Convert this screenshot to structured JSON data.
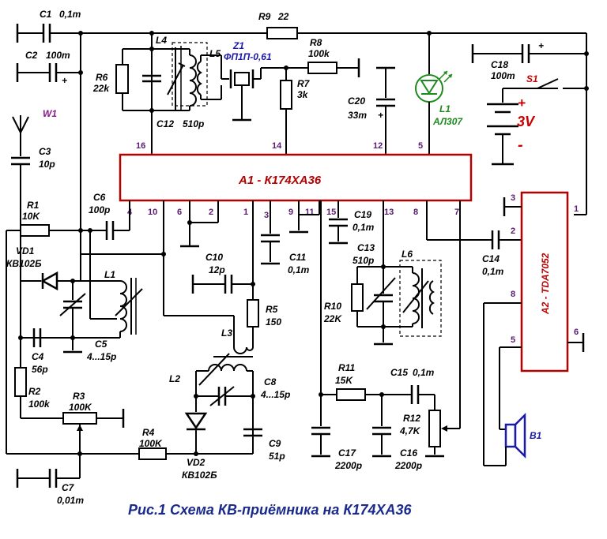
{
  "title": "Рис.1 Схема КВ-приёмника на К174ХА36",
  "chips": {
    "a1": {
      "label": "A1 - К174ХА36",
      "pins": [
        "16",
        "14",
        "12",
        "5",
        "4",
        "10",
        "6",
        "2",
        "1",
        "3",
        "9",
        "11",
        "15",
        "13",
        "8",
        "7"
      ]
    },
    "a2": {
      "label": "A2 - TDA7052",
      "pins": [
        "3",
        "2",
        "1",
        "8",
        "5",
        "6"
      ]
    }
  },
  "components": {
    "c1": {
      "ref": "C1",
      "value": "0,1m"
    },
    "c2": {
      "ref": "C2",
      "value": "100m"
    },
    "r9": {
      "ref": "R9",
      "value": "22"
    },
    "l4": {
      "ref": "L4"
    },
    "l5": {
      "ref": "L5"
    },
    "z1": {
      "ref": "Z1",
      "value": "ФП1П-0,61"
    },
    "r8": {
      "ref": "R8",
      "value": "100k"
    },
    "r6": {
      "ref": "R6",
      "value": "22k"
    },
    "r7": {
      "ref": "R7",
      "value": "3k"
    },
    "c12": {
      "ref": "C12",
      "value": "510p"
    },
    "c20": {
      "ref": "C20",
      "value": "33m"
    },
    "l1led": {
      "ref": "L1",
      "value": "АЛ307"
    },
    "c18": {
      "ref": "C18",
      "value": "100m"
    },
    "s1": {
      "ref": "S1"
    },
    "battery": {
      "value": "3V",
      "plus": "+",
      "minus": "-"
    },
    "w1": {
      "ref": "W1"
    },
    "c3": {
      "ref": "C3",
      "value": "10p"
    },
    "r1": {
      "ref": "R1",
      "value": "10K"
    },
    "c6": {
      "ref": "C6",
      "value": "100p"
    },
    "vd1": {
      "ref": "VD1",
      "value": "КВ102Б"
    },
    "l1": {
      "ref": "L1"
    },
    "c4": {
      "ref": "C4",
      "value": "56p"
    },
    "c5": {
      "ref": "C5",
      "value": "4...15p"
    },
    "r2": {
      "ref": "R2",
      "value": "100k"
    },
    "r3": {
      "ref": "R3",
      "value": "100K"
    },
    "r4": {
      "ref": "R4",
      "value": "100K"
    },
    "c7": {
      "ref": "C7",
      "value": "0,01m"
    },
    "c10": {
      "ref": "C10",
      "value": "12p"
    },
    "r5": {
      "ref": "R5",
      "value": "150"
    },
    "l3": {
      "ref": "L3"
    },
    "l2": {
      "ref": "L2"
    },
    "c8": {
      "ref": "C8",
      "value": "4...15p"
    },
    "vd2": {
      "ref": "VD2",
      "value": "КВ102Б"
    },
    "c9": {
      "ref": "C9",
      "value": "51p"
    },
    "c11": {
      "ref": "C11",
      "value": "0,1m"
    },
    "c19": {
      "ref": "C19",
      "value": "0,1m"
    },
    "c13": {
      "ref": "C13",
      "value": "510p"
    },
    "l6": {
      "ref": "L6"
    },
    "r10": {
      "ref": "R10",
      "value": "22K"
    },
    "c14": {
      "ref": "C14",
      "value": "0,1m"
    },
    "r11": {
      "ref": "R11",
      "value": "15K"
    },
    "c15": {
      "ref": "C15",
      "value": "0,1m"
    },
    "r12": {
      "ref": "R12",
      "value": "4,7K"
    },
    "c17": {
      "ref": "C17",
      "value": "2200p"
    },
    "c16": {
      "ref": "C16",
      "value": "2200p"
    },
    "b1": {
      "ref": "B1"
    }
  },
  "colors": {
    "wire": "#000000",
    "chip_label": "#b30000",
    "pin_number": "#5a1a6e",
    "title": "#1a2a8a",
    "filter_label": "#1a1aa6",
    "led": "#1e8a1e",
    "antenna_label": "#8a1a8a",
    "battery_value": "#cc0000"
  }
}
